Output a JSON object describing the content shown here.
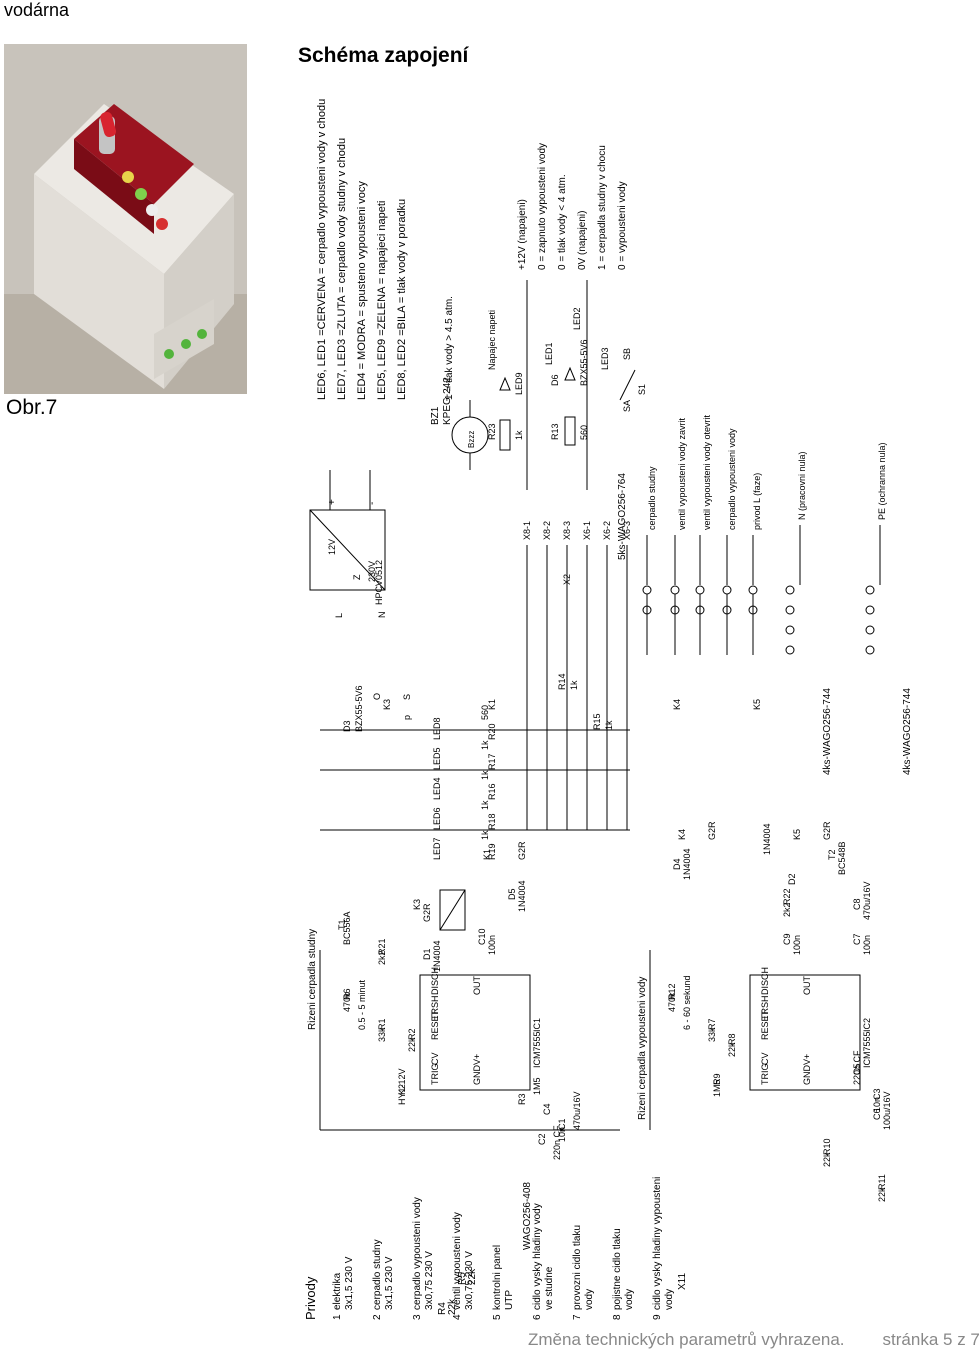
{
  "header": {
    "section": "vodárna"
  },
  "figure": {
    "caption": "Obr.7"
  },
  "schematic": {
    "title": "Schéma zapojení",
    "legend": [
      "LED6, LED1 =CERVENA = cerpadlo vypousteni vody v chodu",
      "LED7, LED3 =ZLUTA = cerpadlo vody studny v chodu",
      "LED4 =          MODRA = spusteno vypousteni vocy",
      "LED5, LED9 =ZELENA = napajeci napeti",
      "LED8, LED2 =BILA = tlak vody v poradku"
    ],
    "conditions": [
      "+12V (napajeni)",
      "0 = zapnuto vypousteni vody",
      "0 = tlak vody < 4 atm.",
      "0V (napajeni)",
      "1 = cerpadla studny v chocu",
      "0 = vypousteni vody"
    ],
    "buzzer": {
      "name": "BZ1",
      "part": "KPEG-242",
      "text": "Bzzz",
      "condition": "1 = tlak vody > 4.5 atm."
    },
    "power_led": {
      "label": "Napajec napeti",
      "led": "LED9",
      "resistor": "R23",
      "value": "1k"
    },
    "pressure_section": {
      "r": "R13",
      "r_value": "560",
      "diode": "D6",
      "diode_part": "BZX55-5V6",
      "led1": "LED1",
      "led2": "LED2",
      "led3": "LED3",
      "switch": "S1",
      "sa": "SA",
      "sb": "SB"
    },
    "x8": [
      "X8-1",
      "X8-2",
      "X8-3",
      "X6-1",
      "X6-2",
      "X6-3"
    ],
    "terminals": {
      "x2": "X2",
      "wago_main": "5ks-WAGO256-764",
      "wago_b": "4ks-WAGO256-744",
      "wago_c": "4ks-WAGO256-744",
      "wires": [
        "cerpadlo studny",
        "ventil vypousteni vody zavrit",
        "ventil vypousteni vody otevrit",
        "cerpadlo vypousteni vody",
        "privod L (faze)",
        "N (pracovni nula)",
        "PE (ochranna nula)"
      ]
    },
    "psu": {
      "part": "HPCV0512",
      "out": "12V",
      "in": "230V",
      "l": "L",
      "n": "N",
      "plus": "+",
      "minus": "-",
      "z": "Z"
    },
    "timer1": {
      "title": "Rizeni cerpadla studny",
      "ic": "IC1",
      "chip": "ICM7555",
      "r6": "R6",
      "r6_value": "470k",
      "time": "0.5 - 5 minut",
      "r1": "R1",
      "r1_value": "33k",
      "r2": "R2",
      "r2_value": "22k",
      "r3": "R3",
      "r3_value": "1M5",
      "c1": "C1",
      "c1_value": "10n",
      "c4": "C4",
      "c4_value": "470u/16V",
      "c2": "C2",
      "c2_value": "220n CF",
      "k2": "K2",
      "k2_part": "HY1-12V",
      "c10": "C10",
      "c10_value": "100n",
      "t1": "T1",
      "t1_part": "BC556A",
      "r21": "R21",
      "r21_value": "2k2",
      "d1": "D1",
      "d1_part": "1N4004",
      "k3": "K3",
      "k3_part": "G2R",
      "k1": "K1",
      "k1_part": "G2R",
      "d5": "D5",
      "d5_part": "1N4004"
    },
    "timer2": {
      "title": "Rizeni cerpadla vypousteni vody",
      "ic": "IC2",
      "chip": "ICM7555",
      "r12": "R12",
      "r12_value": "470k",
      "time": "6 - 60 sekund",
      "r7": "R7",
      "r7_value": "33k",
      "r8": "R8",
      "r8_value": "22k",
      "r9": "R9",
      "r9_value": "1M5",
      "c5": "C5",
      "c5_value": "220n CF",
      "c3": "C3",
      "c3_value": "10n",
      "c6": "C6",
      "c6_value": "100u/16V",
      "r10": "R10",
      "r10_value": "22k",
      "r11": "R11",
      "r11_value": "22k",
      "c9": "C9",
      "c9_value": "100n",
      "c7": "C7",
      "c7_value": "100n",
      "c8": "C8",
      "c8_value": "470u/16V",
      "t2": "T2",
      "t2_part": "BC548B",
      "r22": "R22",
      "r22_value": "2k2",
      "d2": "D2",
      "k4": "K4",
      "k4_part": "G2R",
      "k5": "K5",
      "k5_part": "G2R",
      "d4": "D4",
      "d4_part": "1N4004",
      "d_part": "1N4004"
    },
    "ic_pins": [
      "DISCH",
      "OUT",
      "TRSH",
      "RESET",
      "CV",
      "V+",
      "TRIG",
      "GND"
    ],
    "leds_mid": [
      {
        "led": "LED8",
        "r": "R20",
        "v": "560"
      },
      {
        "led": "LED5",
        "r": "R17",
        "v": "1k"
      },
      {
        "led": "LED4",
        "r": "R16",
        "v": "1k"
      },
      {
        "led": "LED6",
        "r": "R18",
        "v": "1k"
      },
      {
        "led": "LED7",
        "r": "R19",
        "v": "1k"
      }
    ],
    "mid_parts": {
      "d3": "D3",
      "d3_part": "BZX55-5V6",
      "r14": "R14",
      "r14_value": "1k",
      "r15": "R15",
      "r15_value": "1k",
      "k3": "K3",
      "k1": "K1",
      "k4": "K4",
      "k5": "K5",
      "s": "S",
      "o": "O",
      "p": "p"
    },
    "inputs": {
      "heading": "Privody",
      "r4": "R4",
      "r4_value": "22k",
      "r5": "R5",
      "r5_value": "22k",
      "wago": "WAGO256-408",
      "x11": "X11",
      "rows": [
        {
          "n": "1",
          "label": "elektrika",
          "sub": "3x1,5 230 V"
        },
        {
          "n": "2",
          "label": "cerpadlo studny",
          "sub": "3x1,5 230 V"
        },
        {
          "n": "3",
          "label": "cerpadlo vypousteni vody",
          "sub": "3x0,75 230 V"
        },
        {
          "n": "4",
          "label": "ventil vypousteni vody",
          "sub": "3x0,75 230 V"
        },
        {
          "n": "5",
          "label": "kontrolni panel",
          "sub": "UTP"
        },
        {
          "n": "6",
          "label": "cidlo vysky hladiny vody",
          "sub": "ve studne"
        },
        {
          "n": "7",
          "label": "provozni cidlo tlaku",
          "sub": "vody"
        },
        {
          "n": "8",
          "label": "pojistne cidlo tlaku",
          "sub": "vody"
        },
        {
          "n": "9",
          "label": "cidlo vysky hladiny vypousteni",
          "sub": "vody"
        }
      ]
    }
  },
  "footer": {
    "note": "Změna technických parametrů vyhrazena.",
    "page": "stránka 5 z 7"
  }
}
